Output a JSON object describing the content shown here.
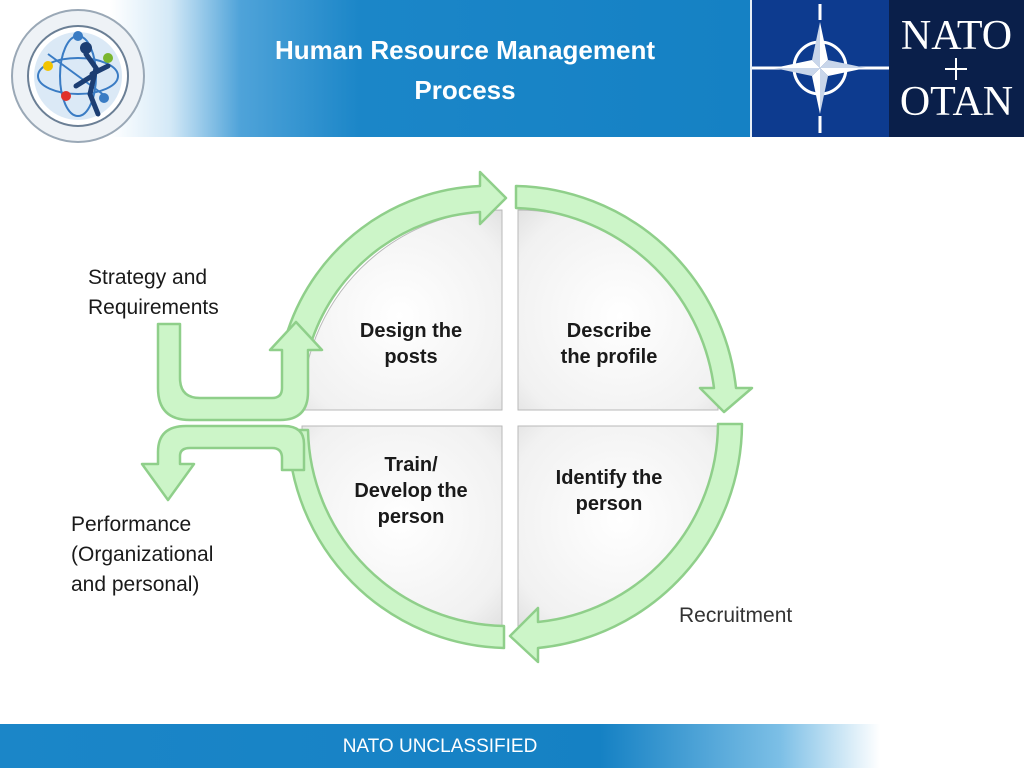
{
  "header": {
    "title_line1": "Human Resource Management",
    "title_line2": "Process",
    "nato_line1": "NATO",
    "nato_line2": "OTAN",
    "logo_icon": "talent-management-logo",
    "flag_icon": "nato-compass-star"
  },
  "diagram": {
    "quadrants": [
      {
        "id": "top-left",
        "lines": [
          "Design the",
          "posts"
        ]
      },
      {
        "id": "top-right",
        "lines": [
          "Describe",
          "the profile"
        ]
      },
      {
        "id": "bottom-right",
        "lines": [
          "Identify the",
          "person"
        ]
      },
      {
        "id": "bottom-left",
        "lines": [
          "Train/",
          "Develop the",
          "person"
        ]
      }
    ],
    "labels": {
      "strategy_line1": "Strategy and",
      "strategy_line2": "Requirements",
      "performance_line1": "Performance",
      "performance_line2": "(Organizational",
      "performance_line3": "and personal)",
      "recruitment": "Recruitment"
    },
    "colors": {
      "arrow_fill": "#ccf5c8",
      "arrow_stroke": "#8fcf8a",
      "quadrant_light": "#ffffff",
      "quadrant_dark": "#c4c4c4"
    }
  },
  "footer": {
    "classification": "NATO UNCLASSIFIED"
  }
}
